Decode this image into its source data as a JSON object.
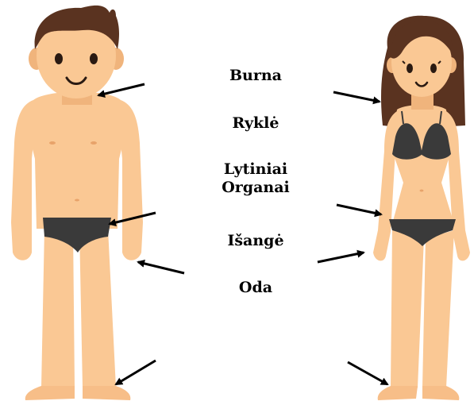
{
  "labels": {
    "burna": "Burna",
    "rykle": "Ryklė",
    "lytiniai_line1": "Lytiniai",
    "lytiniai_line2": "Organai",
    "isange": "Išangė",
    "oda": "Oda"
  },
  "colors": {
    "skin": "#FAC894",
    "skin_shade": "#F0B47C",
    "hair": "#5A3320",
    "underwear": "#3A3A3A",
    "arrow": "#000000",
    "text": "#000000",
    "background": "#FFFFFF"
  },
  "figures": [
    "male-figure",
    "female-figure"
  ],
  "arrow_icon": "arrow-icon"
}
